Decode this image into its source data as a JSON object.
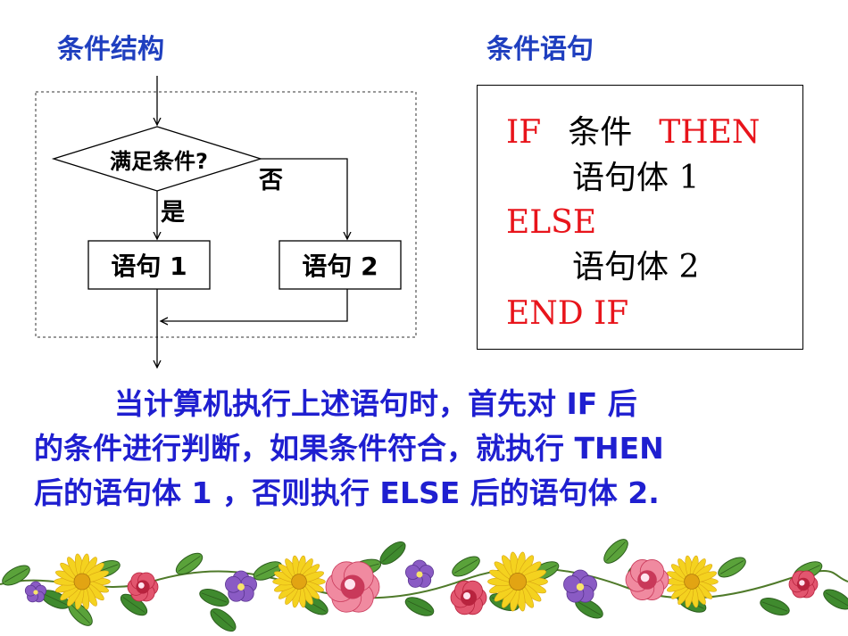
{
  "headings": {
    "flowchart": "条件结构",
    "code": "条件语句"
  },
  "flowchart": {
    "condition": "满足条件?",
    "yes_label": "是",
    "no_label": "否",
    "box1": "语句 1",
    "box2": "语句 2"
  },
  "code": {
    "line1_kw1": "IF",
    "line1_text": "条件",
    "line1_kw2": "THEN",
    "line2_text": "语句体 1",
    "line3_kw": "ELSE",
    "line4_text": "语句体 2",
    "line5_kw": "END IF"
  },
  "description": {
    "line1": "当计算机执行上述语句时，首先对 IF 后",
    "line2": "的条件进行判断，如果条件符合，就执行 THEN",
    "line3": "后的语句体 1 ，否则执行 ELSE 后的语句体 2."
  },
  "colors": {
    "heading": "#1f3fbf",
    "keyword": "#e8141b",
    "description": "#1f1fd0"
  }
}
